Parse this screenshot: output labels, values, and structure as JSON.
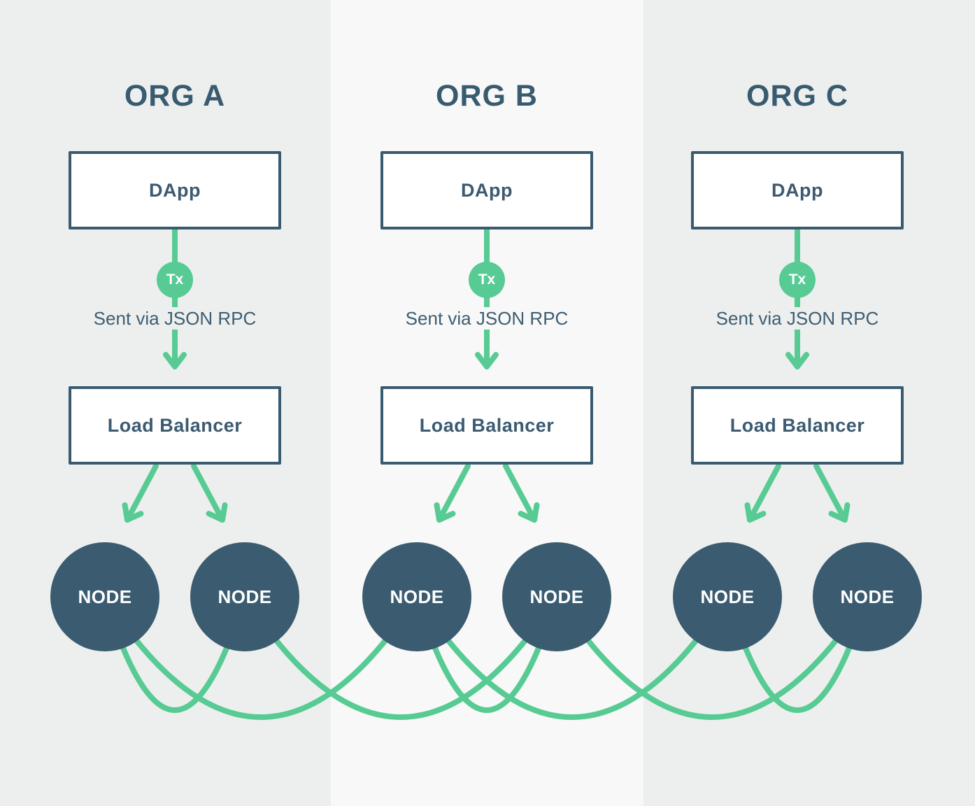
{
  "colors": {
    "dark_slate": "#395b70",
    "green": "#57cb93",
    "band_outer": "#ecefee",
    "band_middle": "#f7f8f7",
    "box_background": "#ffffff",
    "node_text": "#ffffff"
  },
  "columns": [
    {
      "org": "ORG A",
      "dapp_label": "DApp",
      "tx_badge": "Tx",
      "rpc_label": "Sent via JSON RPC",
      "load_balancer_label": "Load Balancer",
      "nodes": [
        "NODE",
        "NODE"
      ]
    },
    {
      "org": "ORG B",
      "dapp_label": "DApp",
      "tx_badge": "Tx",
      "rpc_label": "Sent via JSON RPC",
      "load_balancer_label": "Load Balancer",
      "nodes": [
        "NODE",
        "NODE"
      ]
    },
    {
      "org": "ORG C",
      "dapp_label": "DApp",
      "tx_badge": "Tx",
      "rpc_label": "Sent via JSON RPC",
      "load_balancer_label": "Load Balancer",
      "nodes": [
        "NODE",
        "NODE"
      ]
    }
  ],
  "mesh": {
    "description": "peer links between the six nodes (1-indexed left to right)",
    "links": [
      [
        1,
        2
      ],
      [
        1,
        3
      ],
      [
        2,
        4
      ],
      [
        3,
        4
      ],
      [
        3,
        5
      ],
      [
        4,
        6
      ],
      [
        5,
        6
      ]
    ]
  }
}
